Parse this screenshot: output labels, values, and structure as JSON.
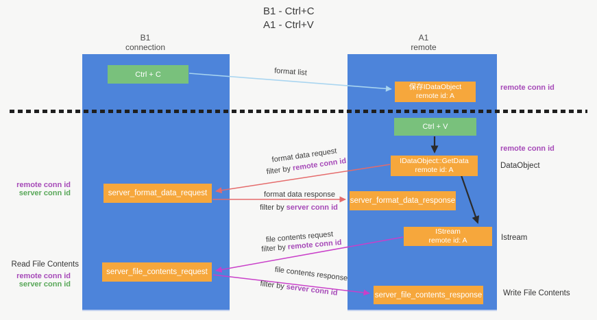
{
  "title": {
    "line1": "B1 - Ctrl+C",
    "line2": "A1 - Ctrl+V"
  },
  "lanes": {
    "left": {
      "name": "B1",
      "role": "connection"
    },
    "right": {
      "name": "A1",
      "role": "remote"
    }
  },
  "boxes": {
    "ctrl_c": {
      "label": "Ctrl + C"
    },
    "save_dataobject": {
      "line1": "保存IDataObject",
      "line2": "remote id: A"
    },
    "ctrl_v": {
      "label": "Ctrl + V"
    },
    "getdata": {
      "line1": "IDataObject::GetData",
      "line2": "remote id: A"
    },
    "format_request": {
      "label": "server_format_data_request"
    },
    "format_response": {
      "label": "server_format_data_response"
    },
    "istream": {
      "line1": "IStream",
      "line2": "remote id: A"
    },
    "file_request": {
      "label": "server_file_contents_request"
    },
    "file_response": {
      "label": "server_file_contents_response"
    }
  },
  "flow_labels": {
    "format_list": "format list",
    "format_data_request": "format data request",
    "format_data_response": "format data response",
    "file_contents_request": "file contents request",
    "file_contents_response": "file contents response",
    "filter_by": "filter by",
    "remote_conn_id": "remote conn id",
    "server_conn_id": "server conn id"
  },
  "annotations": {
    "right_remote_conn_id_top": "remote conn id",
    "right_remote_conn_id_mid": "remote conn id",
    "dataobject": "DataObject",
    "istream": "Istream",
    "write_file_contents": "Write File Contents",
    "read_file_contents": "Read File Contents",
    "left_mid": {
      "remote": "remote conn id",
      "server": "server conn id"
    },
    "left_bottom": {
      "remote": "remote conn id",
      "server": "server conn id"
    }
  },
  "colors": {
    "lane_blue": "#4d84da",
    "box_orange": "#f6a73c",
    "box_green": "#79c17c",
    "label_purple": "#a64ab8",
    "label_green": "#58a758",
    "arrow_salmon": "#e56b6b",
    "arrow_magenta": "#c93fc9",
    "arrow_lightblue": "#a9d5f0",
    "arrow_black": "#2b2b2b",
    "background": "#f7f7f6",
    "text_dark": "#3b3b3b"
  }
}
